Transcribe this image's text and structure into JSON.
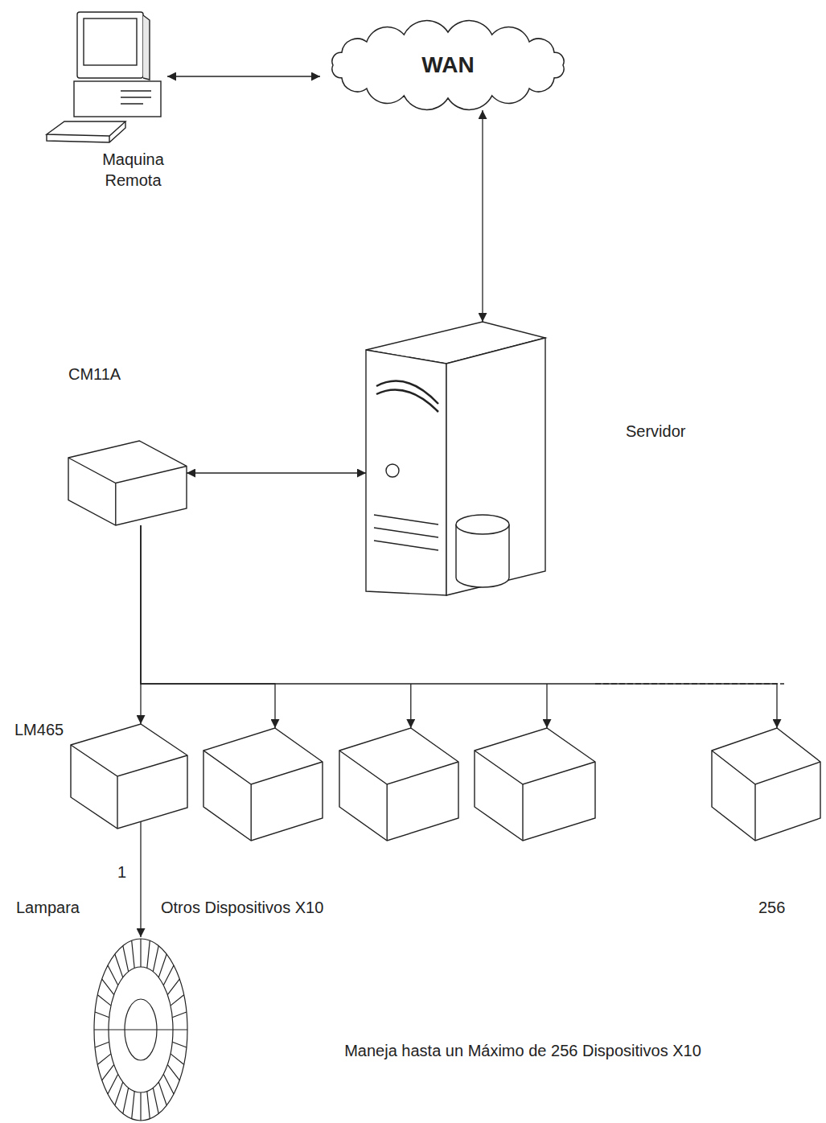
{
  "diagram": {
    "nodes": [
      {
        "text": [
          "Maquina Remota"
        ]
      },
      {
        "text": [
          "WAN"
        ]
      },
      {
        "text": [
          "CM11A"
        ]
      },
      {
        "text": [
          "Servidor"
        ]
      },
      {
        "text": [
          "LM465"
        ]
      },
      {
        "text": [
          "Otros Dispositivos X10"
        ]
      },
      {
        "text": [
          "256"
        ]
      },
      {
        "text": [
          "Lampara"
        ]
      }
    ],
    "edges": [
      {
        "from": 0,
        "to": 1,
        "arrow": "both"
      },
      {
        "from": 1,
        "to": 3,
        "arrow": "both"
      },
      {
        "from": 2,
        "to": 3,
        "arrow": "both"
      },
      {
        "from": 2,
        "to": 4,
        "arrow": "to"
      },
      {
        "from": 2,
        "to": 5,
        "arrow": "to"
      },
      {
        "from": 2,
        "to": 6,
        "arrow": "to"
      },
      {
        "from": 4,
        "to": 7,
        "arrow": "to"
      }
    ],
    "labels": [
      "1",
      "Maneja hasta un Máximo de 256 Dispositivos X10"
    ]
  }
}
